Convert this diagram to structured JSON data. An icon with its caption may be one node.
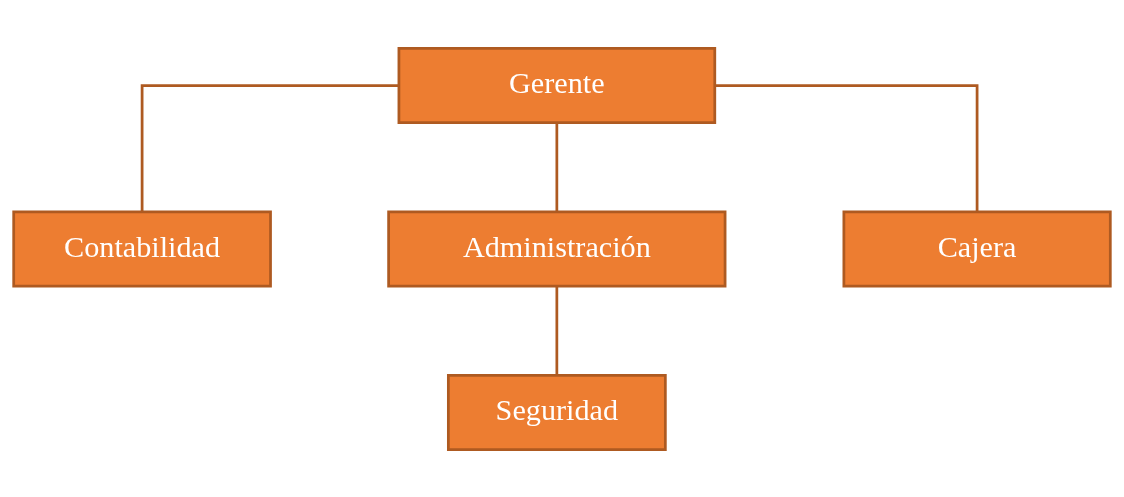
{
  "diagram": {
    "nodes": [
      {
        "text": [
          "Gerente"
        ]
      },
      {
        "text": [
          "Contabilidad"
        ]
      },
      {
        "text": [
          "Administración"
        ]
      },
      {
        "text": [
          "Cajera"
        ]
      },
      {
        "text": [
          "Seguridad"
        ]
      }
    ],
    "edges": [
      {
        "from": 0,
        "to": 1,
        "arrow": "none"
      },
      {
        "from": 0,
        "to": 2,
        "arrow": "none"
      },
      {
        "from": 0,
        "to": 3,
        "arrow": "none"
      },
      {
        "from": 2,
        "to": 4,
        "arrow": "none"
      }
    ]
  }
}
